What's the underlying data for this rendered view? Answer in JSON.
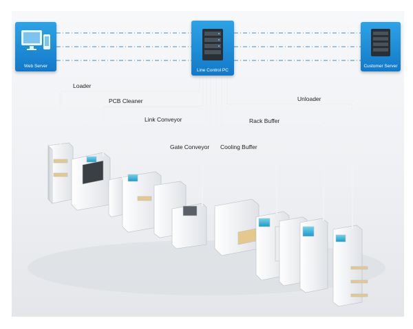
{
  "nodes": {
    "web_server": "Web Server",
    "line_control_pc": "Line Control PC",
    "customer_server": "Customer Server"
  },
  "callouts": {
    "loader": "Loader",
    "pcb_cleaner": "PCB Cleaner",
    "link_conveyor": "Link Conveyor",
    "gate_conveyor": "Gate Conveyor",
    "cooling_buffer": "Cooling Buffer",
    "rack_buffer": "Rack Buffer",
    "unloader": "Unloader"
  },
  "colors": {
    "node_blue": "#1a8ad8",
    "link_dash": "#3a8fd0",
    "callout_line": "#ffffff",
    "machine_white": "#f4f5f6",
    "accent_teal": "#2bb8d8"
  }
}
